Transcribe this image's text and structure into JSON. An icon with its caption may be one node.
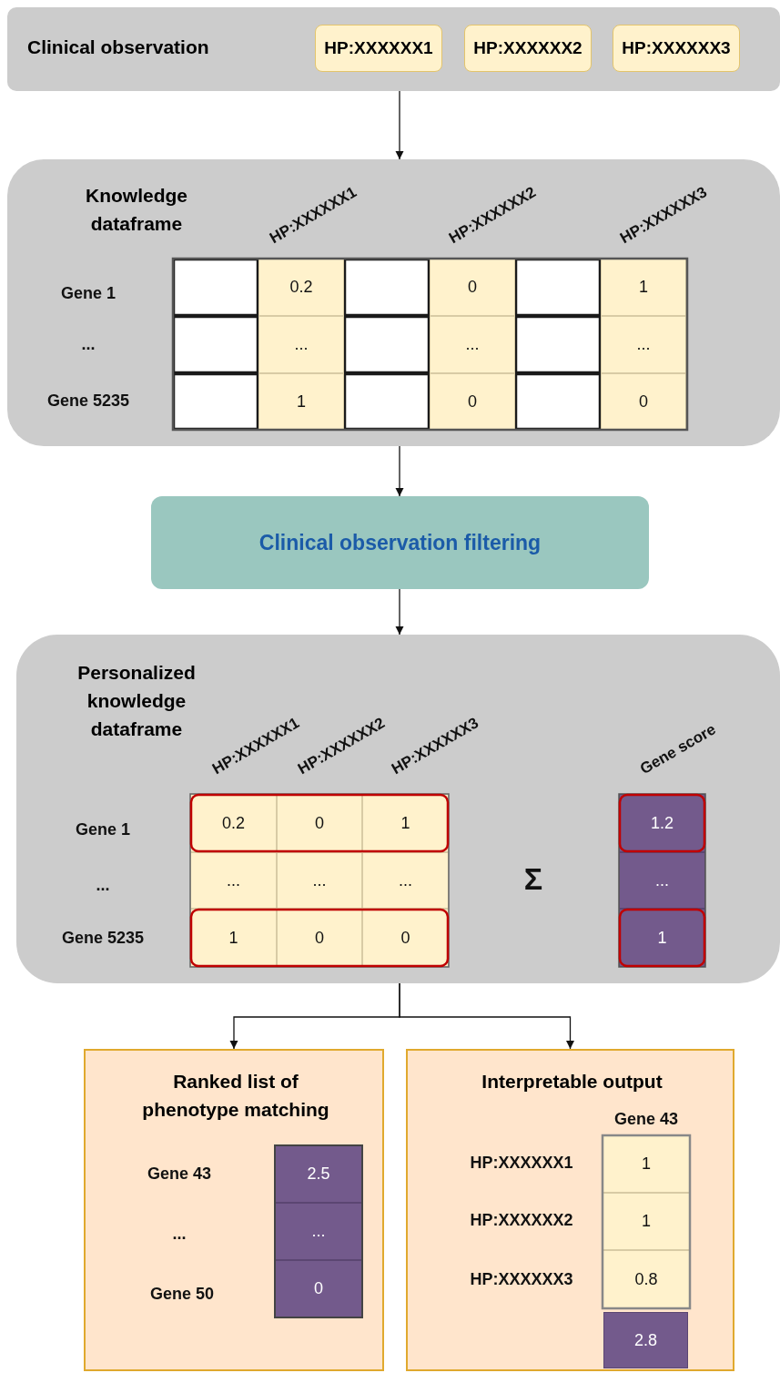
{
  "diagram": {
    "nodes": [
      {
        "text": [
          "Clinical observation"
        ]
      },
      {
        "text": [
          "HP:XXXXXX1"
        ],
        "in": 0
      },
      {
        "text": [
          "HP:XXXXXX2"
        ],
        "in": 0
      },
      {
        "text": [
          "HP:XXXXXX3"
        ],
        "in": 0
      },
      {
        "text": [
          "Knowledge dataframe"
        ]
      },
      {
        "text": [
          "Clinical observation filtering"
        ]
      },
      {
        "text": [
          "Personalized knowledge dataframe"
        ]
      },
      {
        "text": [
          "Ranked list of phenotype matching"
        ]
      },
      {
        "text": [
          "Interpretable output"
        ]
      }
    ],
    "edges": [
      {
        "from": 0,
        "to": 4,
        "arrow": "to"
      },
      {
        "from": 4,
        "to": 5,
        "arrow": "to"
      },
      {
        "from": 5,
        "to": 6,
        "arrow": "to"
      },
      {
        "from": 6,
        "to": 7,
        "arrow": "to"
      },
      {
        "from": 6,
        "to": 8,
        "arrow": "to"
      }
    ],
    "labels": [
      "HP:XXXXXX1",
      "HP:XXXXXX2",
      "HP:XXXXXX3",
      "Gene 1",
      "0.2",
      "0",
      "1",
      "...",
      "...",
      "...",
      "...",
      "Gene 5235",
      "1",
      "0",
      "0",
      "HP:XXXXXX1",
      "HP:XXXXXX2",
      "HP:XXXXXX3",
      "Gene score",
      "Gene 1",
      "0.2",
      "0",
      "1",
      "1.2",
      "...",
      "...",
      "...",
      "...",
      "Σ",
      "...",
      "Gene 5235",
      "1",
      "0",
      "0",
      "1",
      "Gene 43",
      "2.5",
      "...",
      "...",
      "Gene 50",
      "0",
      "Gene 43",
      "HP:XXXXXX1",
      "1",
      "HP:XXXXXX2",
      "1",
      "HP:XXXXXX3",
      "0.8",
      "2.8"
    ]
  }
}
